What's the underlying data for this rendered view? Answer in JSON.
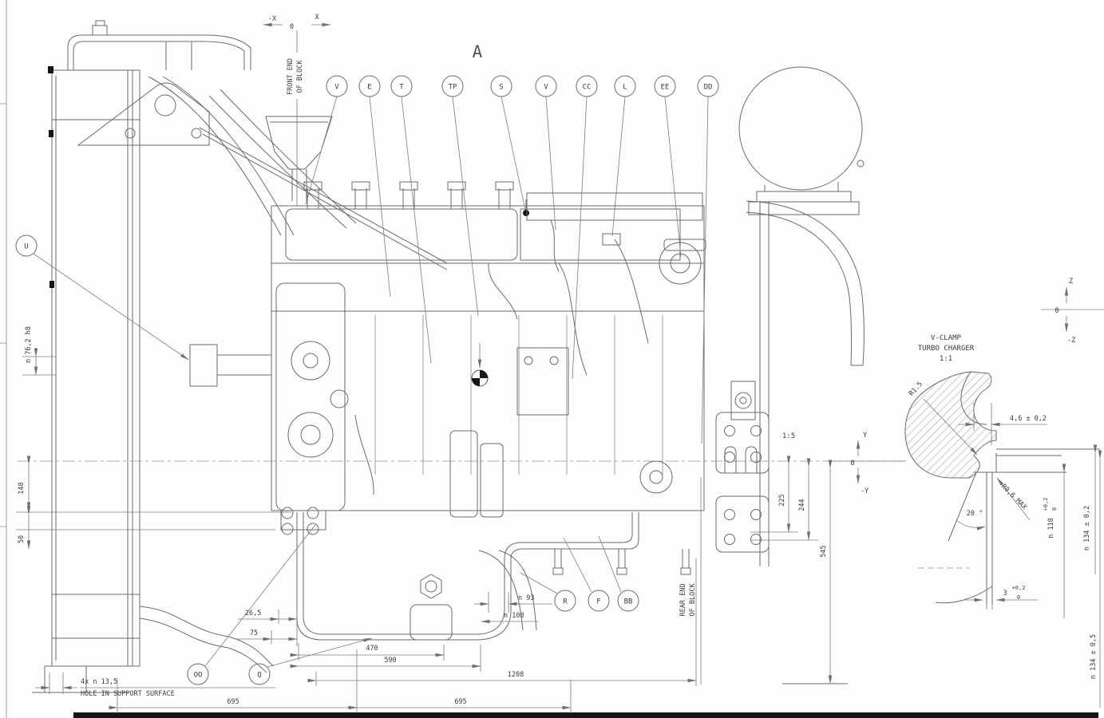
{
  "view": {
    "label": "A",
    "scale": "1:5"
  },
  "axes": {
    "x_neg": "-X",
    "x_zero": "0",
    "x_pos": "X",
    "y_pos": "Y",
    "y_zero": "0",
    "y_neg": "-Y",
    "z_pos": "Z",
    "z_zero": "0",
    "z_neg": "-Z"
  },
  "notes": {
    "front_end_1": "FRONT END",
    "front_end_2": "OF BLOCK",
    "rear_end_1": "REAR END",
    "rear_end_2": "OF BLOCK",
    "hole_qty": "4x  n 13,5",
    "hole_note": "HOLE IN SUPPORT SURFACE"
  },
  "balloons": {
    "b1": "V",
    "b2": "E",
    "b3": "T",
    "b4": "TP",
    "b5": "S",
    "b6": "V",
    "b7": "CC",
    "b8": "L",
    "b9": "EE",
    "b10": "DD",
    "u": "U",
    "r": "R",
    "f": "F",
    "bb": "BB",
    "oo": "OO",
    "q": "Q"
  },
  "dims": {
    "d76": "n 76,2  h8",
    "d148": "148",
    "d50": "50",
    "d265": "26,5",
    "d75": "75",
    "d470": "470",
    "d590": "590",
    "d1208": "1208",
    "d695a": "695",
    "d695b": "695",
    "d93": "n 93",
    "d108": "n 108",
    "d225": "225",
    "d244": "244",
    "d545": "545"
  },
  "detail": {
    "title1": "V-CLAMP",
    "title2": "TURBO CHARGER",
    "title3": "1:1",
    "r15": "R1.5",
    "r06": "R0,6  MAX",
    "angle": "20 °",
    "lip": "4,6 ± 0,2",
    "d118": "n 118",
    "d118_hi": "+0,2",
    "d118_lo": "0",
    "d134a": "n 134 ± 0,2",
    "gap": "3",
    "gap_hi": "+0,2",
    "gap_lo": "0",
    "d134b": "n 134 ± 0,5"
  }
}
